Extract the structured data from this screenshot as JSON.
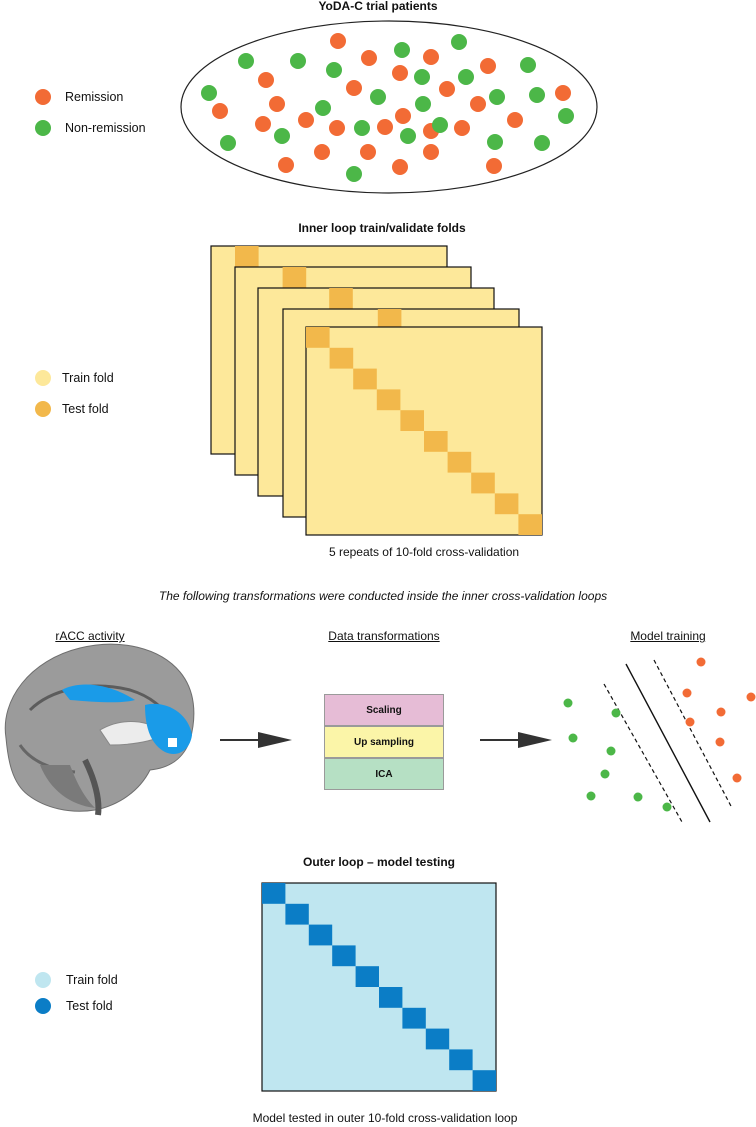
{
  "patients": {
    "title": "YoDA-C trial patients",
    "legend": [
      {
        "label": "Remission",
        "color": "#f26b35"
      },
      {
        "label": "Non-remission",
        "color": "#4cb748"
      }
    ]
  },
  "inner_loop": {
    "title": "Inner loop train/validate folds",
    "legend": [
      {
        "label": "Train fold",
        "color": "#fde89a"
      },
      {
        "label": "Test fold",
        "color": "#f2b84b"
      }
    ],
    "caption": "5 repeats of 10-fold cross-validation"
  },
  "transform_note": "The following transformations were conducted inside the inner cross-validation loops",
  "racc": {
    "label": "rACC activity"
  },
  "transformations": {
    "label": "Data transformations",
    "steps": [
      {
        "label": "Scaling",
        "color": "#e6bcd6"
      },
      {
        "label": "Up sampling",
        "color": "#fbf5a8"
      },
      {
        "label": "ICA",
        "color": "#b6e0c4"
      }
    ]
  },
  "model": {
    "label": "Model training"
  },
  "outer_loop": {
    "title": "Outer loop – model testing",
    "legend": [
      {
        "label": "Train fold",
        "color": "#bfe6f0"
      },
      {
        "label": "Test fold",
        "color": "#0b7dc6"
      }
    ],
    "caption": "Model tested in outer 10-fold cross-validation loop"
  }
}
